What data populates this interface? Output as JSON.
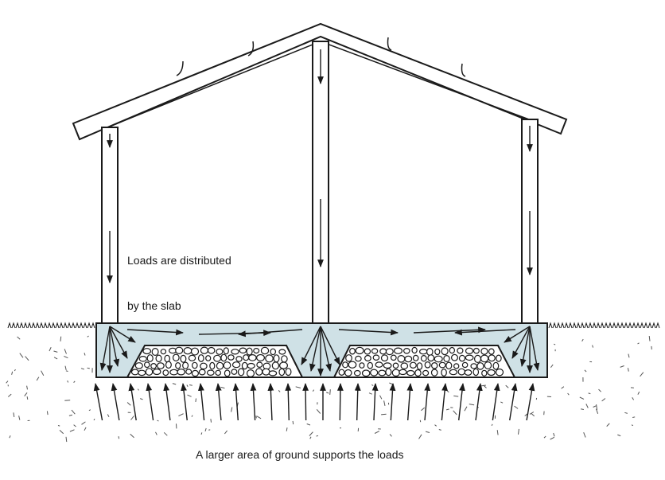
{
  "labels": {
    "slab_line1": "Loads are distributed",
    "slab_line2": "by the slab",
    "ground": "A larger area of ground supports the loads"
  },
  "colors": {
    "ink": "#1a1a1a",
    "slab_fill": "#cfe1e6",
    "ground_speckle": "#555555"
  }
}
